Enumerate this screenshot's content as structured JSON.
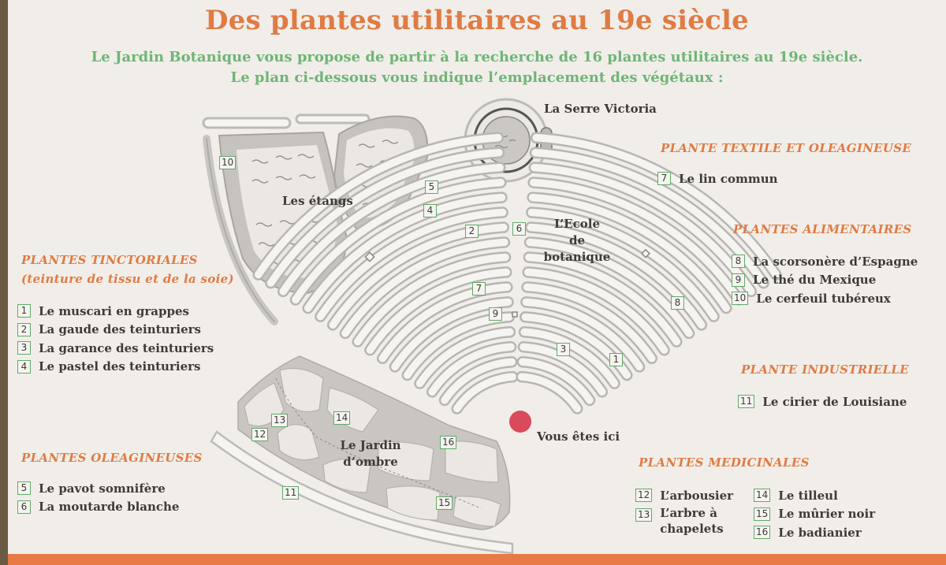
{
  "title": "Des plantes utilitaires au 19e siècle",
  "intro_line1": "Le Jardin Botanique vous propose de partir à la recherche de 16 plantes utilitaires au 19e siècle.",
  "intro_line2": "Le plan ci-dessous vous indique l’emplacement des végétaux :",
  "map_labels": {
    "serre": "La Serre Victoria",
    "etangs": "Les étangs",
    "ecole1": "L’Ecole",
    "ecole2": "de",
    "ecole3": "botanique",
    "jardin1": "Le Jardin",
    "jardin2": "d’ombre",
    "ici": "Vous êtes ici"
  },
  "markers": [
    "1",
    "2",
    "3",
    "4",
    "5",
    "6",
    "7",
    "8",
    "9",
    "10",
    "11",
    "12",
    "13",
    "14",
    "15",
    "16"
  ],
  "categories": {
    "tinctoriales": {
      "title": "PLANTES TINCTORIALES",
      "subtitle": "(teinture de tissu et de la soie)",
      "items": [
        {
          "n": "1",
          "name": "Le muscari en grappes"
        },
        {
          "n": "2",
          "name": "La gaude des teinturiers"
        },
        {
          "n": "3",
          "name": "La garance des teinturiers"
        },
        {
          "n": "4",
          "name": "Le pastel des teinturiers"
        }
      ]
    },
    "oleagineuses": {
      "title": "PLANTES OLEAGINEUSES",
      "items": [
        {
          "n": "5",
          "name": "Le pavot somnifère"
        },
        {
          "n": "6",
          "name": "La moutarde blanche"
        }
      ]
    },
    "textile": {
      "title": "PLANTE TEXTILE ET OLEAGINEUSE",
      "items": [
        {
          "n": "7",
          "name": "Le lin commun"
        }
      ]
    },
    "alimentaires": {
      "title": "PLANTES ALIMENTAIRES",
      "items": [
        {
          "n": "8",
          "name": "La scorsonère d’Espagne"
        },
        {
          "n": "9",
          "name": "Le thé du Mexique"
        },
        {
          "n": "10",
          "name": "Le cerfeuil tubéreux"
        }
      ]
    },
    "industrielle": {
      "title": "PLANTE INDUSTRIELLE",
      "items": [
        {
          "n": "11",
          "name": "Le cirier de Louisiane"
        }
      ]
    },
    "medicinales": {
      "title": "PLANTES MEDICINALES",
      "col1": [
        {
          "n": "12",
          "name": "L’arbousier"
        },
        {
          "n": "13",
          "name": "L’arbre à chapelets"
        }
      ],
      "col2": [
        {
          "n": "14",
          "name": "Le tilleul"
        },
        {
          "n": "15",
          "name": "Le mûrier noir"
        },
        {
          "n": "16",
          "name": "Le badianier"
        }
      ]
    }
  },
  "colors": {
    "background": "#f1eee9",
    "title": "#e07b44",
    "intro": "#6fb576",
    "path": "#bdbbb8",
    "pond": "#c7c4c0",
    "here_dot": "#d94a5c",
    "marker_border": "#5faa68"
  }
}
